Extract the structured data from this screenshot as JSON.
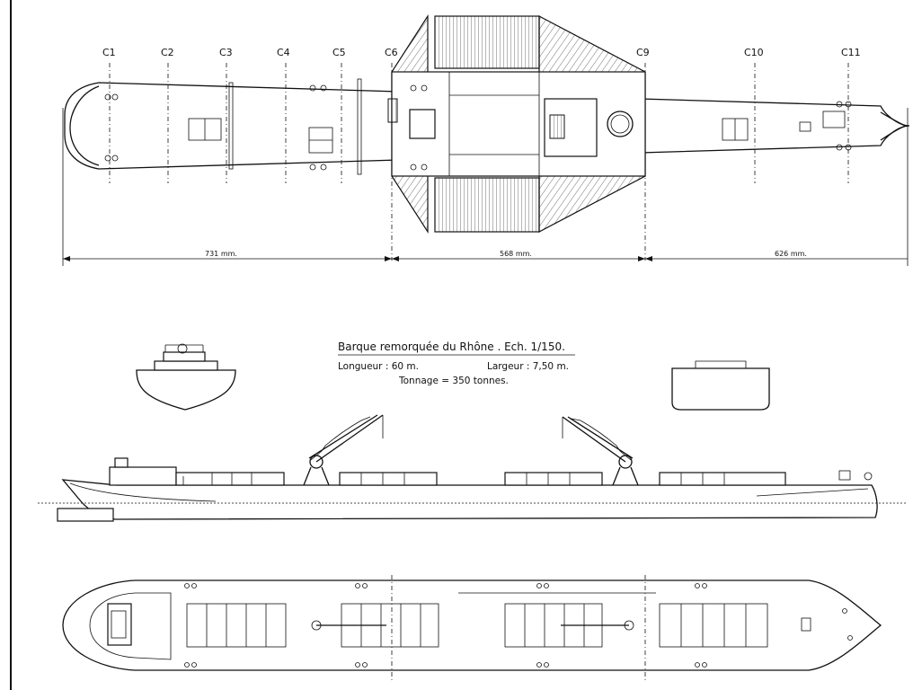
{
  "frames": [
    "C1",
    "C2",
    "C3",
    "C4",
    "C5",
    "C6",
    "C9",
    "C10",
    "C11"
  ],
  "dimensions": [
    "731 mm.",
    "568 mm.",
    "626 mm."
  ],
  "title": "Barque remorquée du Rhône . Ech. 1/150.",
  "specs": {
    "length": "Longueur : 60 m.",
    "beam": "Largeur : 7,50 m.",
    "tonnage": "Tonnage = 350 tonnes."
  }
}
